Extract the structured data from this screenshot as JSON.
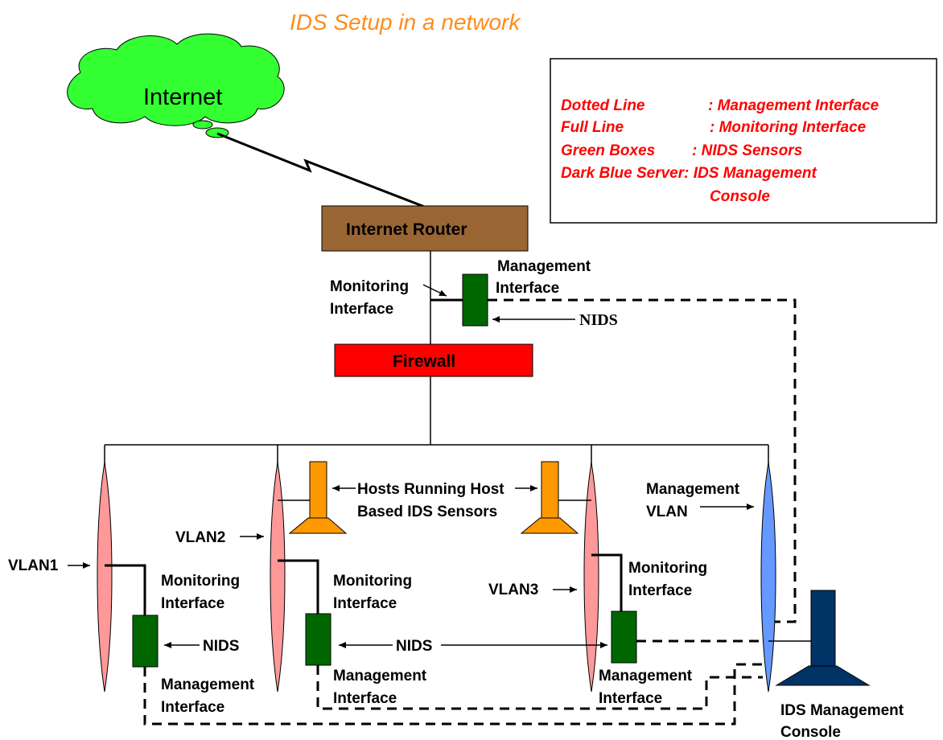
{
  "title": "IDS Setup in a network",
  "internet": {
    "label": "Internet"
  },
  "router": {
    "label": "Internet Router"
  },
  "firewall": {
    "label": "Firewall"
  },
  "legend": {
    "line1_key": "Dotted Line",
    "line1_value": ": Management Interface",
    "line2_key": "Full Line",
    "line2_value": ": Monitoring Interface",
    "line3_key": "Green Boxes",
    "line3_value": ": NIDS Sensors",
    "line4": "Dark Blue Server: IDS Management",
    "line5": "Console"
  },
  "top_sensor": {
    "monitoring_1": "Monitoring",
    "monitoring_2": "Interface",
    "management_1": "Management",
    "management_2": "Interface",
    "nids": "NIDS"
  },
  "hosts": {
    "line1": "Hosts Running Host",
    "line2": "Based IDS Sensors"
  },
  "vlans": {
    "vlan1": "VLAN1",
    "vlan2": "VLAN2",
    "vlan3": "VLAN3",
    "mgmt_1": "Management",
    "mgmt_2": "VLAN"
  },
  "sensor_labels": {
    "monitoring_1": "Monitoring",
    "monitoring_2": "Interface",
    "management_1": "Management",
    "management_2": "Interface",
    "nids": "NIDS"
  },
  "console": {
    "line1": "IDS Management",
    "line2": "Console"
  },
  "colors": {
    "cloud": "#33ff33",
    "router": "#996633",
    "firewall": "#ff0000",
    "sensor": "#006600",
    "host": "#ff9900",
    "vlan": "#ff9999",
    "mgmt_vlan": "#6699ff",
    "console": "#003366",
    "title": "#ff8c1a",
    "legend_text": "#ff0000"
  }
}
